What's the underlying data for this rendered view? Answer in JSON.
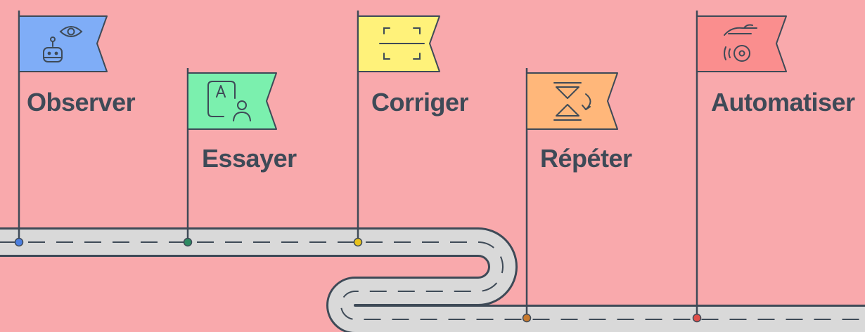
{
  "steps": [
    {
      "label": "Observer",
      "flag_color": "#7FADF7",
      "dot_color": "#4C7FE0",
      "icon": "robot-eye-icon"
    },
    {
      "label": "Essayer",
      "flag_color": "#7BF0AE",
      "dot_color": "#2E8A62",
      "icon": "document-person-icon"
    },
    {
      "label": "Corriger",
      "flag_color": "#FFF27A",
      "dot_color": "#E8C21A",
      "icon": "scan-frame-icon"
    },
    {
      "label": "Répéter",
      "flag_color": "#FFB77A",
      "dot_color": "#C87A2E",
      "icon": "hourglass-cycle-icon"
    },
    {
      "label": "Automatiser",
      "flag_color": "#FA8E8E",
      "dot_color": "#E0504B",
      "icon": "hand-disc-icon"
    }
  ],
  "road_color": "#D9D9D9",
  "outline_color": "#3E4A57",
  "background_color": "#F9A9AC"
}
